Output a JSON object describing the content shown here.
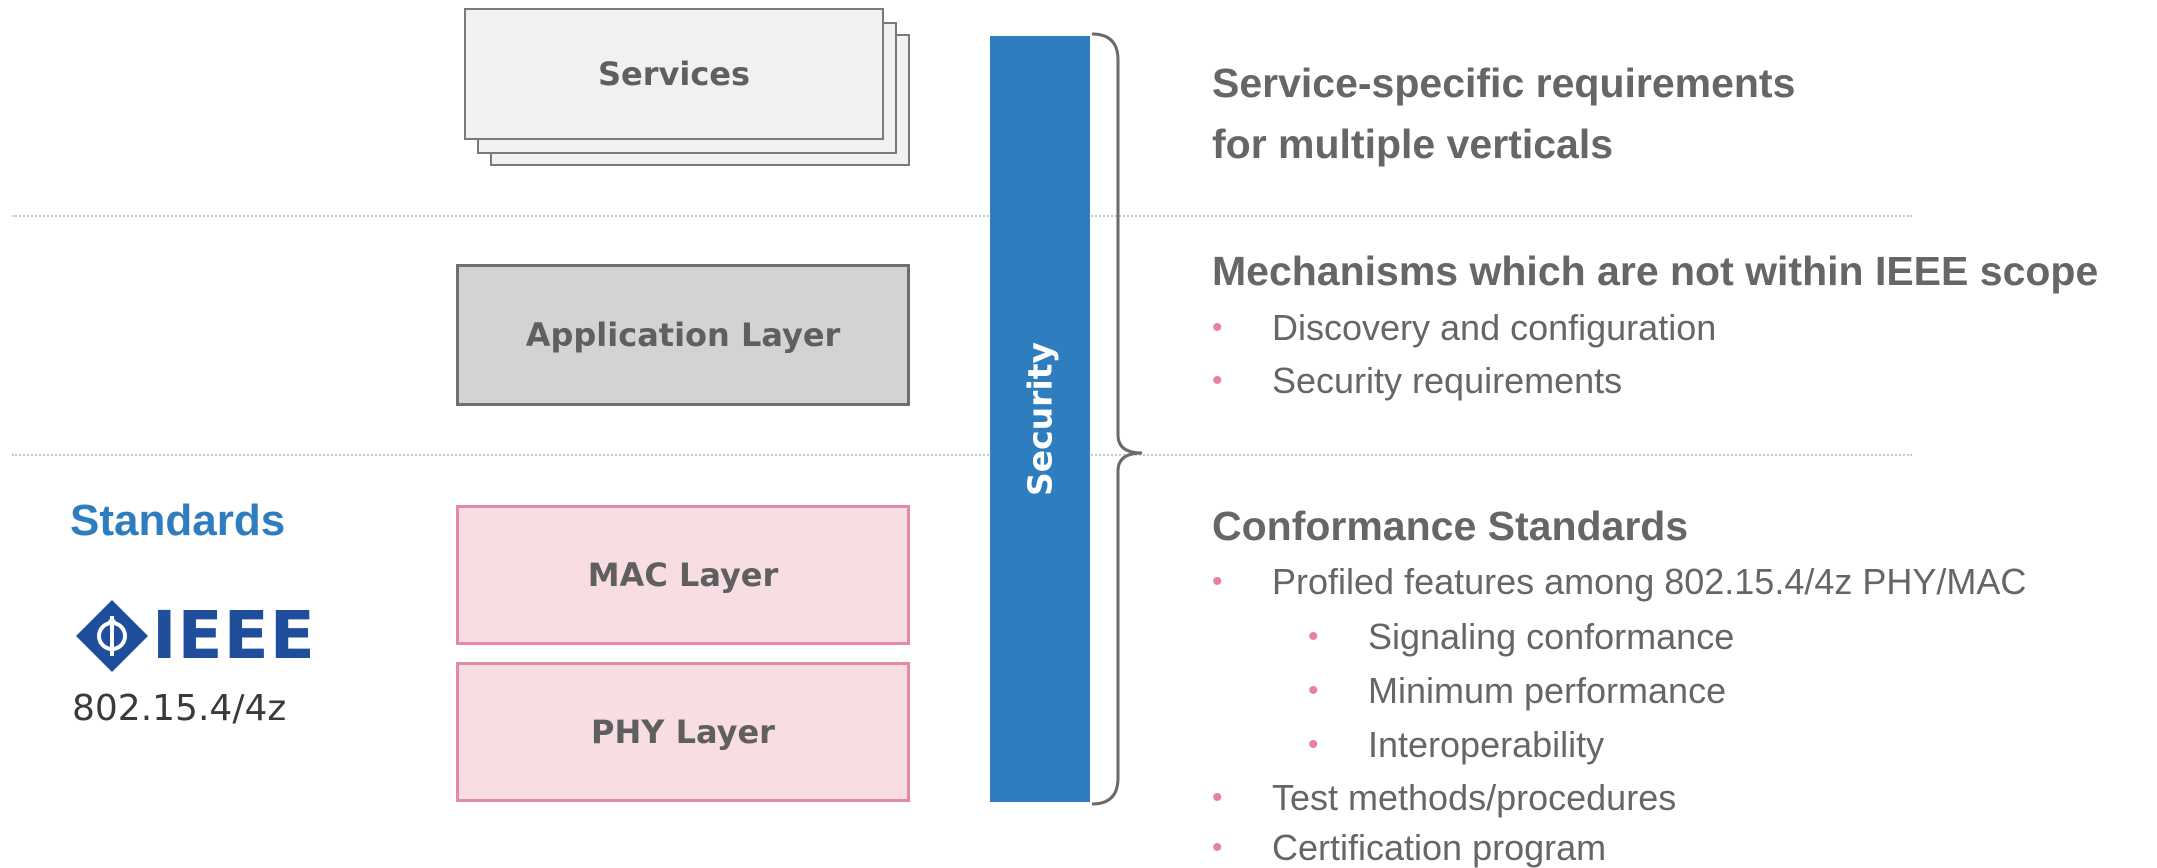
{
  "colors": {
    "security": "#2e7dbe",
    "standards": "#2e7dbe",
    "ieee": "#1f4e9c",
    "pink_fill": "#f8dde3",
    "pink_border": "#e48aa5",
    "bullet": "#e8819e",
    "text_gray": "#666666"
  },
  "stack": {
    "services": "Services",
    "application": "Application Layer",
    "mac": "MAC Layer",
    "phy": "PHY Layer",
    "security": "Security"
  },
  "left": {
    "standards": "Standards",
    "ieee": "IEEE",
    "version": "802.15.4/4z",
    "logo_icon": "ieee-diamond-icon"
  },
  "right": {
    "services_heading_line1": "Service-specific requirements",
    "services_heading_line2": "for multiple verticals",
    "mechanisms_heading": "Mechanisms which are not within IEEE scope",
    "mechanisms_items": [
      "Discovery and configuration",
      "Security requirements"
    ],
    "conformance_heading": "Conformance Standards",
    "conformance_items": {
      "profiled": "Profiled features among 802.15.4/4z PHY/MAC",
      "sub": [
        "Signaling conformance",
        "Minimum performance",
        "Interoperability"
      ],
      "test": "Test methods/procedures",
      "cert": "Certification program"
    },
    "bullet_glyph": "•"
  }
}
